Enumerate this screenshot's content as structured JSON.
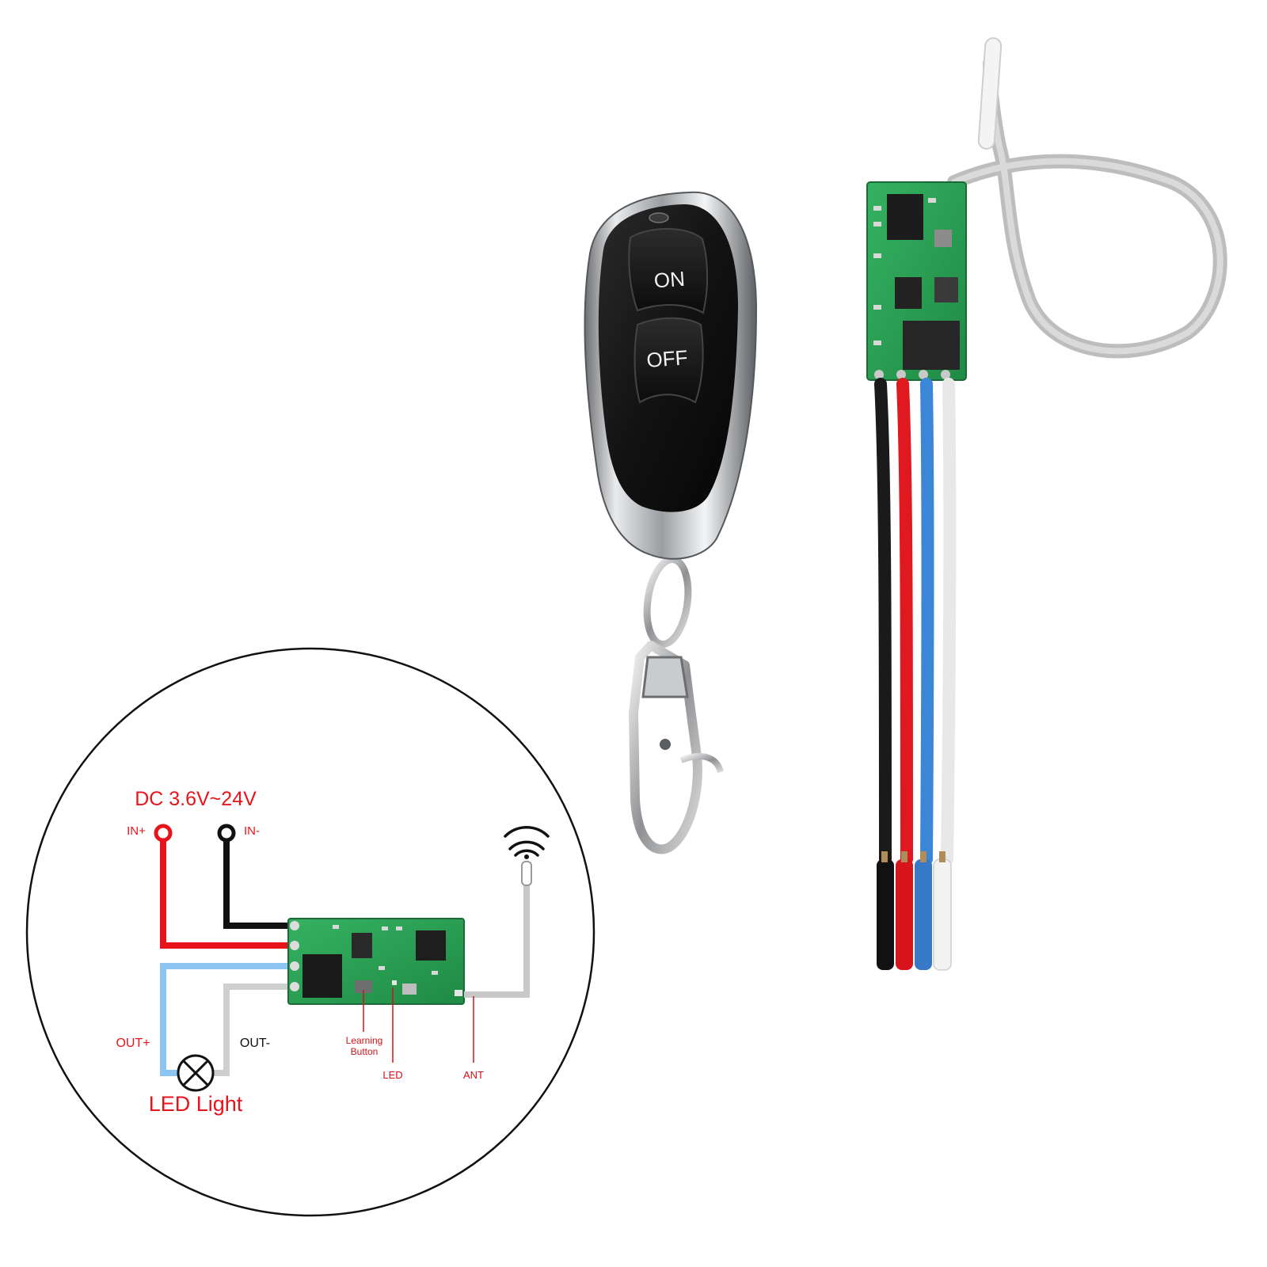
{
  "diagram": {
    "supply_label": "DC 3.6V~24V",
    "in_plus": "IN+",
    "in_minus": "IN-",
    "out_plus": "OUT+",
    "out_minus": "OUT-",
    "load_label": "LED Light",
    "learning_button_line1": "Learning",
    "learning_button_line2": "Button",
    "led_label": "LED",
    "ant_label": "ANT"
  },
  "remote": {
    "on_label": "ON",
    "off_label": "OFF"
  },
  "colors": {
    "positive_wire": "#e8141c",
    "negative_wire": "#111111",
    "output_plus_wire": "#8cc4f2",
    "output_minus_wire": "#cfcfcf",
    "antenna_wire": "#c8c8c8",
    "annotation": "#d2121a",
    "pcb_green": "#2fa858"
  }
}
